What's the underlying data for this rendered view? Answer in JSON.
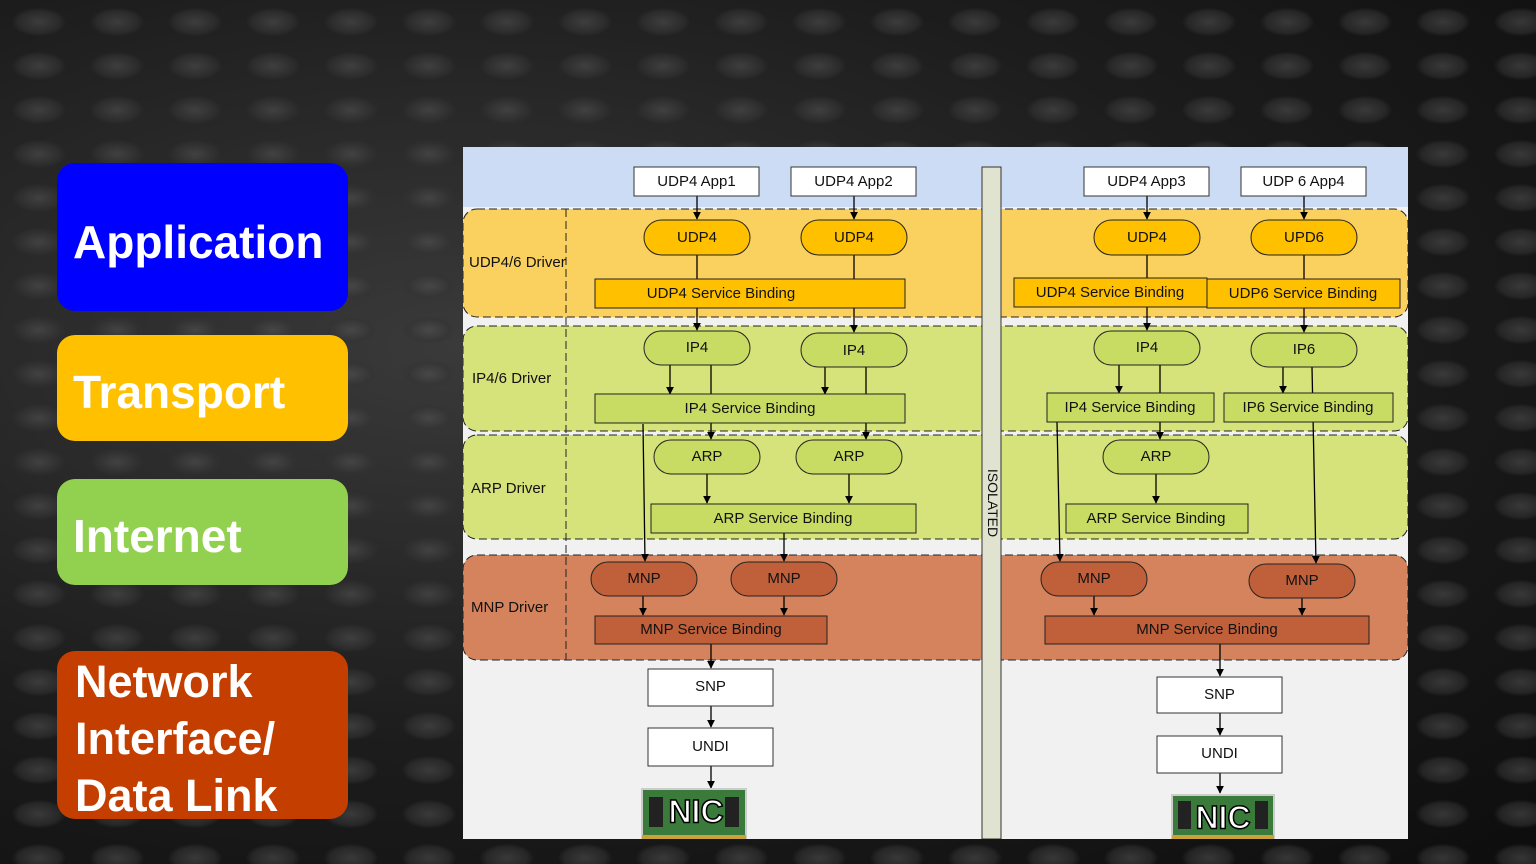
{
  "layers": {
    "application": "Application",
    "transport": "Transport",
    "internet": "Internet",
    "network_lines": [
      "Network",
      "Interface/",
      "Data Link"
    ]
  },
  "colors": {
    "application": "#0000ff",
    "transport": "#ffc000",
    "internet": "#92d050",
    "network": "#c43e00",
    "app_band": "#ccdcf4",
    "udp_band": "#fad15e",
    "ip_band": "#d6e27a",
    "arp_band": "#d6e27a",
    "mnp_band": "#d4835c",
    "lower_band": "#f1f1f1",
    "isolated_bar": "#dfe3cf"
  },
  "drivers": {
    "udp": "UDP4/6 Driver",
    "ip": "IP4/6 Driver",
    "arp": "ARP Driver",
    "mnp": "MNP Driver"
  },
  "apps": [
    "UDP4 App1",
    "UDP4 App2",
    "UDP4 App3",
    "UDP 6 App4"
  ],
  "udp_nodes": [
    "UDP4",
    "UDP4",
    "UDP4",
    "UPD6"
  ],
  "udp_bindings": [
    "UDP4 Service Binding",
    "UDP4 Service Binding",
    "UDP6 Service Binding"
  ],
  "ip_nodes": [
    "IP4",
    "IP4",
    "IP4",
    "IP6"
  ],
  "ip_bindings": [
    "IP4 Service Binding",
    "IP4 Service Binding",
    "IP6 Service Binding"
  ],
  "arp_nodes": [
    "ARP",
    "ARP",
    "ARP"
  ],
  "arp_bindings": [
    "ARP Service Binding",
    "ARP Service Binding"
  ],
  "mnp_nodes": [
    "MNP",
    "MNP",
    "MNP",
    "MNP"
  ],
  "mnp_bindings": [
    "MNP Service Binding",
    "MNP Service Binding"
  ],
  "snp": [
    "SNP",
    "SNP"
  ],
  "undi": [
    "UNDI",
    "UNDI"
  ],
  "nic": [
    "NIC",
    "NIC"
  ],
  "isolated": "ISOLATED"
}
